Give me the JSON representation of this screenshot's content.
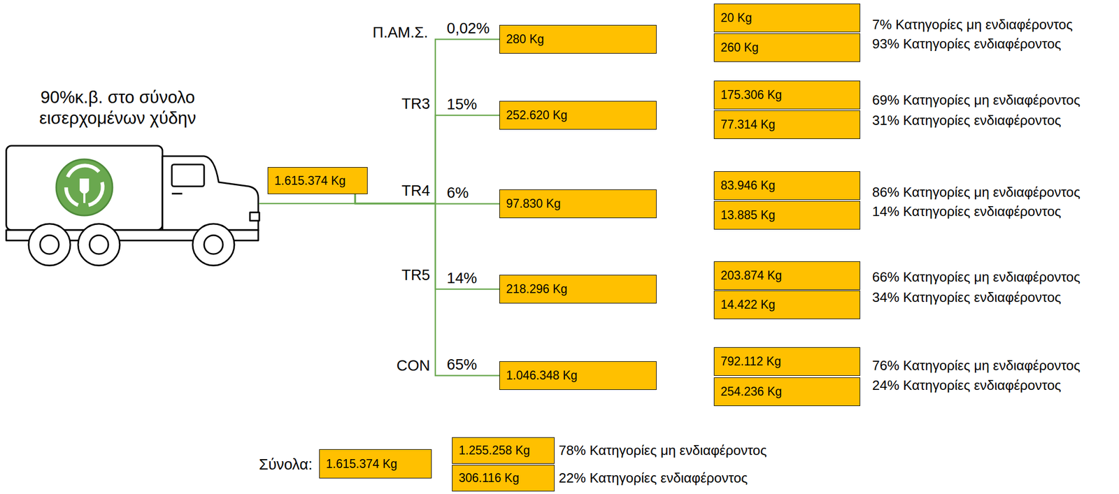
{
  "diagram": {
    "nodes": [
      {
        "text": [
          "1.615.374 Kg"
        ]
      },
      {
        "text": [
          "280 Kg"
        ]
      },
      {
        "text": [
          "20 Kg"
        ]
      },
      {
        "text": [
          "260 Kg"
        ]
      },
      {
        "text": [
          "252.620 Kg"
        ]
      },
      {
        "text": [
          "175.306 Kg"
        ]
      },
      {
        "text": [
          "77.314 Kg"
        ]
      },
      {
        "text": [
          "97.830 Kg"
        ]
      },
      {
        "text": [
          "83.946 Kg"
        ]
      },
      {
        "text": [
          "13.885 Kg"
        ]
      },
      {
        "text": [
          "218.296 Kg"
        ]
      },
      {
        "text": [
          "203.874 Kg"
        ]
      },
      {
        "text": [
          "14.422 Kg"
        ]
      },
      {
        "text": [
          "1.046.348 Kg"
        ]
      },
      {
        "text": [
          "792.112 Kg"
        ]
      },
      {
        "text": [
          "254.236 Kg"
        ]
      },
      {
        "text": [
          "1.615.374 Kg"
        ]
      },
      {
        "text": [
          "1.255.258 Kg"
        ]
      },
      {
        "text": [
          "306.116 Kg"
        ]
      }
    ],
    "edges": [
      {
        "from": 0,
        "to": 1,
        "arrow": "none",
        "label": "0,02%"
      },
      {
        "from": 0,
        "to": 4,
        "arrow": "none",
        "label": "15%"
      },
      {
        "from": 0,
        "to": 7,
        "arrow": "none",
        "label": "6%"
      },
      {
        "from": 0,
        "to": 10,
        "arrow": "none",
        "label": "14%"
      },
      {
        "from": 0,
        "to": 13,
        "arrow": "none",
        "label": "65%"
      }
    ],
    "labels": [
      "90%κ.β. στο σύνολο εισερχομένων χύδην",
      "Π.ΑΜ.Σ.",
      "7% Κατηγορίες μη ενδιαφέροντος",
      "93% Κατηγορίες ενδιαφέροντος",
      "TR3",
      "69% Κατηγορίες μη ενδιαφέροντος",
      "31% Κατηγορίες ενδιαφέροντος",
      "TR4",
      "86% Κατηγορίες μη ενδιαφέροντος",
      "14% Κατηγορίες ενδιαφέροντος",
      "TR5",
      "66% Κατηγορίες μη ενδιαφέροντος",
      "34% Κατηγορίες ενδιαφέροντος",
      "CON",
      "76% Κατηγορίες μη ενδιαφέροντος",
      "24% Κατηγορίες ενδιαφέροντος",
      "Σύνολα:",
      "78% Κατηγορίες μη ενδιαφέροντος",
      "22% Κατηγορίες ενδιαφέροντος"
    ]
  }
}
